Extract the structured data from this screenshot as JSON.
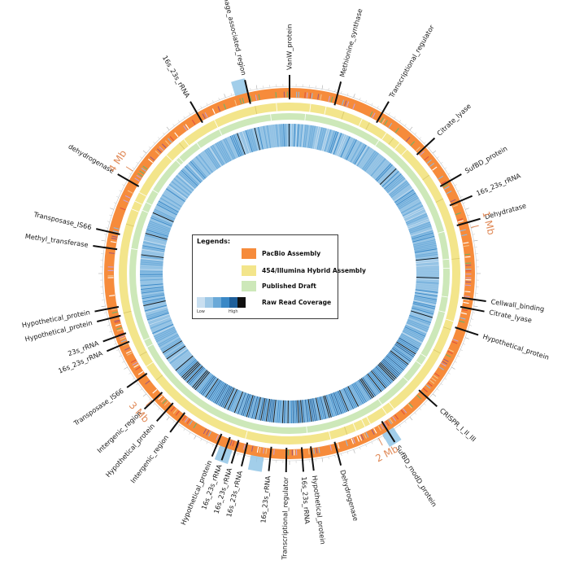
{
  "legend": {
    "title": "Legends:",
    "items": [
      {
        "label": "PacBio Assembly",
        "color": "#f68b3b"
      },
      {
        "label": "454/Illumina Hybrid Assembly",
        "color": "#f3e58b"
      },
      {
        "label": "Published Draft",
        "color": "#cde8b9"
      },
      {
        "label": "Raw Read Coverage",
        "color": "#1f1f1f"
      }
    ],
    "coverage_gradient": [
      "#c9dff0",
      "#9ec8e6",
      "#6aa9d8",
      "#3a88c6",
      "#1e5f9a",
      "#111111"
    ],
    "coverage_low_label": "Low",
    "coverage_high_label": "High"
  },
  "genome_markers": [
    {
      "label": "1 Mb",
      "position_mb": 1.0
    },
    {
      "label": "2 Mb",
      "position_mb": 2.0
    },
    {
      "label": "3 Mb",
      "position_mb": 3.0
    },
    {
      "label": "4 Mb",
      "position_mb": 4.0
    }
  ],
  "genome_length_mb": 4.75,
  "track_colors": {
    "pacbio": "#f68b3b",
    "hybrid": "#f3e58b",
    "draft": "#cde8b9",
    "coverage": "#8fc0e4",
    "highlight": "#92c5e6",
    "tick": "#aaaaaa",
    "feature_line": "#111111"
  },
  "features": [
    {
      "label": "VanW_protein",
      "angle": 0
    },
    {
      "label": "Methionine_synthase",
      "angle": 15
    },
    {
      "label": "Transcriptional_regulator",
      "angle": 30
    },
    {
      "label": "Citrate_lyase",
      "angle": 47
    },
    {
      "label": "SufBD_protein",
      "angle": 60
    },
    {
      "label": "16s_23s_rRNA",
      "angle": 67
    },
    {
      "label": "Dehydratase",
      "angle": 74
    },
    {
      "label": "Cellwall_binding",
      "angle": 98
    },
    {
      "label": "Citrate_lyase",
      "angle": 101
    },
    {
      "label": "Hypothetical_protein",
      "angle": 108
    },
    {
      "label": "CRISPR_I_II_III",
      "angle": 132
    },
    {
      "label": "SufBD_modD_protein",
      "angle": 148
    },
    {
      "label": "Dehydrogenase",
      "angle": 165
    },
    {
      "label": "Hypothetical_protein",
      "angle": 173
    },
    {
      "label": "16s_23s_rRNA",
      "angle": 176
    },
    {
      "label": "Transcriptional_regulator",
      "angle": 181
    },
    {
      "label": "16s_23s_rRNA",
      "angle": 186
    },
    {
      "label": "16s_23s_rRNA",
      "angle": 194
    },
    {
      "label": "16s_23s_rRNA",
      "angle": 197
    },
    {
      "label": "16s_23s_rRNA",
      "angle": 200
    },
    {
      "label": "Hypothetical_protein",
      "angle": 203
    },
    {
      "label": "Intergenic_region",
      "angle": 217
    },
    {
      "label": "Hypothetical_protein",
      "angle": 222
    },
    {
      "label": "Intergenic_region",
      "angle": 227
    },
    {
      "label": "Transposase_IS66",
      "angle": 235
    },
    {
      "label": "16s_23s_rRNA",
      "angle": 247
    },
    {
      "label": "23s_rRNA",
      "angle": 250
    },
    {
      "label": "Hypothetical_protein",
      "angle": 256
    },
    {
      "label": "Hypothetical_protein",
      "angle": 259
    },
    {
      "label": "Methyl_transferase",
      "angle": 278
    },
    {
      "label": "Transposase_IS66",
      "angle": 283
    },
    {
      "label": "dehydrogenase",
      "angle": 300
    },
    {
      "label": "16s_23s_rRNA",
      "angle": 330
    },
    {
      "label": "Phage_associated_region",
      "angle": 347
    }
  ],
  "highlight_regions": [
    {
      "start_angle": 343,
      "end_angle": 347
    },
    {
      "start_angle": 146,
      "end_angle": 150
    },
    {
      "start_angle": 188,
      "end_angle": 192
    },
    {
      "start_angle": 198,
      "end_angle": 202
    }
  ]
}
